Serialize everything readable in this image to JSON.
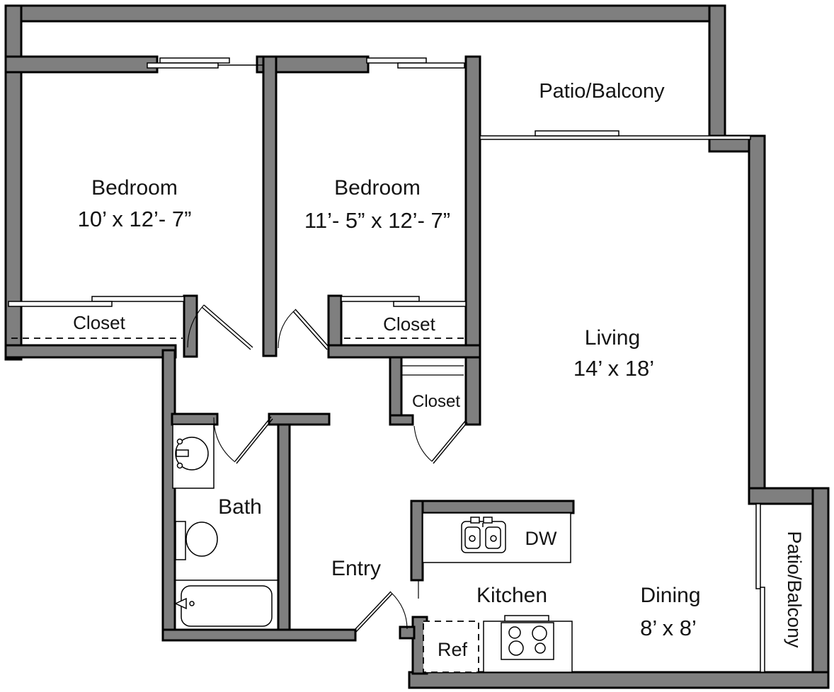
{
  "colors": {
    "wall_fill": "#7f7f7f",
    "line": "#000000",
    "background": "#ffffff",
    "text": "#141414"
  },
  "rooms": {
    "bedroom_1": {
      "label": "Bedroom",
      "dims": "10’ x 12’- 7”"
    },
    "bedroom_2": {
      "label": "Bedroom",
      "dims": "11’- 5” x 12’- 7”"
    },
    "living": {
      "label": "Living",
      "dims": "14’ x 18’"
    },
    "dining": {
      "label": "Dining",
      "dims": "8’ x 8’"
    },
    "kitchen": {
      "label": "Kitchen"
    },
    "bath": {
      "label": "Bath"
    },
    "entry": {
      "label": "Entry"
    },
    "patio_top": {
      "label": "Patio/Balcony"
    },
    "patio_side": {
      "label": "Patio/Balcony"
    },
    "closet_bedroom_1": {
      "label": "Closet"
    },
    "closet_bedroom_2": {
      "label": "Closet"
    },
    "closet_hall": {
      "label": "Closet"
    }
  },
  "appliances": {
    "dishwasher_label": "DW",
    "refrigerator_label": "Ref"
  }
}
